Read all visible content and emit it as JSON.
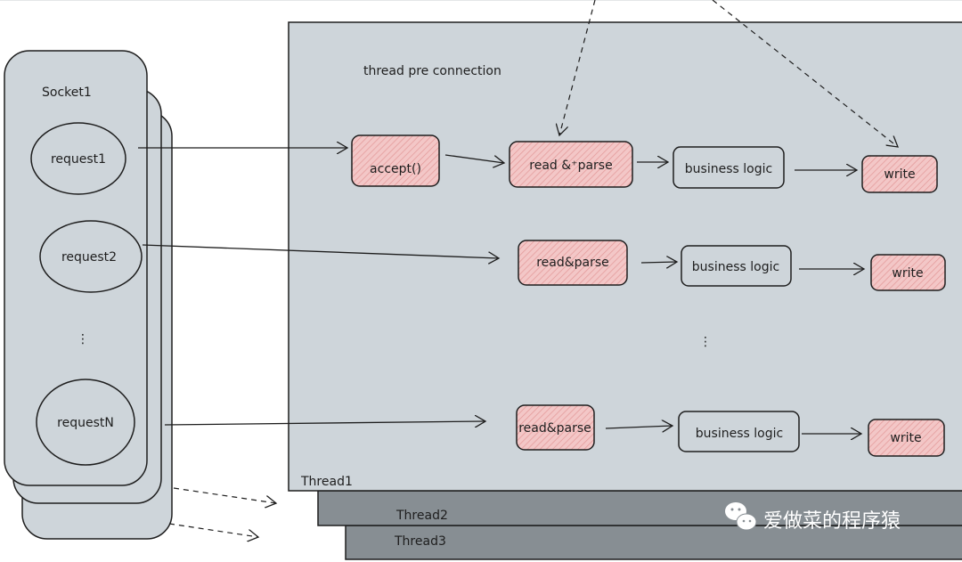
{
  "colors": {
    "thread_bg": "#ced5da",
    "thread_back": "#878e93",
    "socket_bg": "#ced5da",
    "task_fill": "#f3c7c7",
    "task_hatch": "#e39a9a",
    "stroke": "#1e1e1e",
    "watermark": "#ffffff"
  },
  "socket": {
    "title": "Socket1",
    "requests": [
      "request1",
      "request2",
      "requestN"
    ],
    "ellipsis": "⋮"
  },
  "thread1": {
    "caption": "thread pre connection",
    "label": "Thread1",
    "rows": [
      {
        "steps": [
          "accept()",
          "read &⁺parse",
          "business logic",
          "write"
        ]
      },
      {
        "steps": [
          "read&parse",
          "business logic",
          "write"
        ]
      },
      {
        "steps": [
          "read&parse",
          "business logic",
          "write"
        ]
      }
    ],
    "ellipsis": "⋮"
  },
  "thread2": {
    "label": "Thread2"
  },
  "thread3": {
    "label": "Thread3"
  },
  "watermark": {
    "icon": "wechat-icon",
    "text": "爱做菜的程序猿"
  }
}
